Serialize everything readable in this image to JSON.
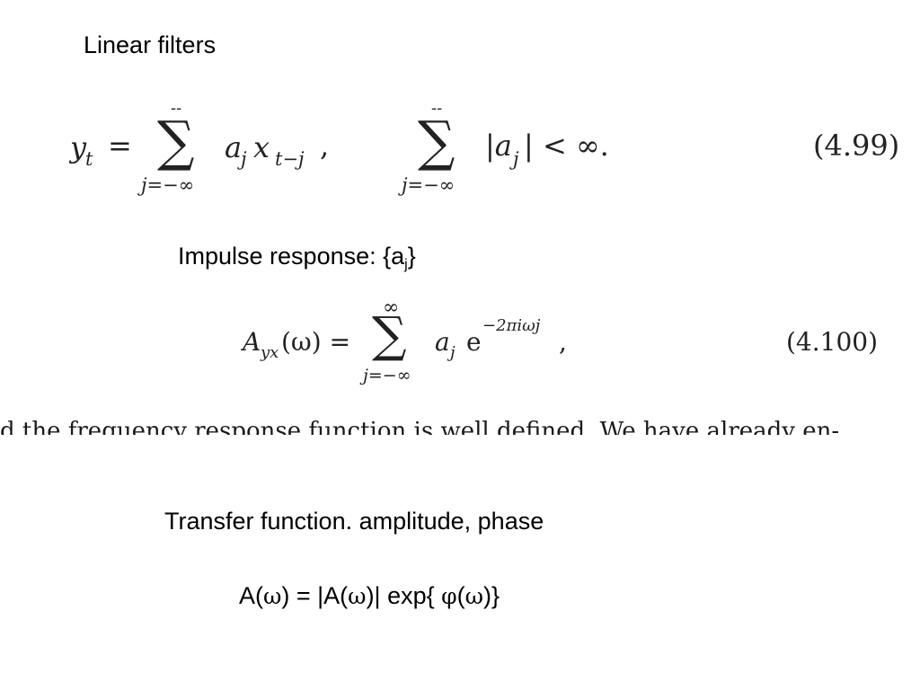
{
  "slide": {
    "title": "Linear filters",
    "impulse_label": "Impulse response: {a",
    "impulse_sub": "j",
    "impulse_close": "}",
    "transfer_label": "Transfer function. amplitude,  phase",
    "formula": {
      "A": "A(",
      "omega1": "ω",
      "mid": ") = |A(",
      "omega2": "ω",
      "mid2": ")| exp{ ",
      "phi": "φ",
      "open": "(",
      "omega3": "ω",
      "close": ")}"
    }
  },
  "eq1": {
    "lhs_y": "y",
    "lhs_t": "t",
    "equals": "=",
    "sum_top_1": "--",
    "sum_symbol": "∑",
    "sum_bottom_1": "j=−∞",
    "term_a": "a",
    "term_j": "j",
    "term_x": "x",
    "term_sub": "t−j",
    "comma": ",",
    "sum_top_2": "--",
    "sum_bottom_2": "j=−∞",
    "abs_open": "|a",
    "abs_sub": "j",
    "abs_close": "| < ∞.",
    "number": "(4.99)"
  },
  "eq2": {
    "lhs": "A",
    "lhs_sub": "yx",
    "lhs_arg": "(ω) =",
    "sum_top": "∞",
    "sum_symbol": "∑",
    "sum_bottom": "j=−∞",
    "term_a": "a",
    "term_j": "j",
    "exp_e": "e",
    "exp_power": "−2πiωj",
    "comma": ",",
    "number": "(4.100)"
  },
  "cut_text": "d the frequency response function is well defined. We have already en-"
}
